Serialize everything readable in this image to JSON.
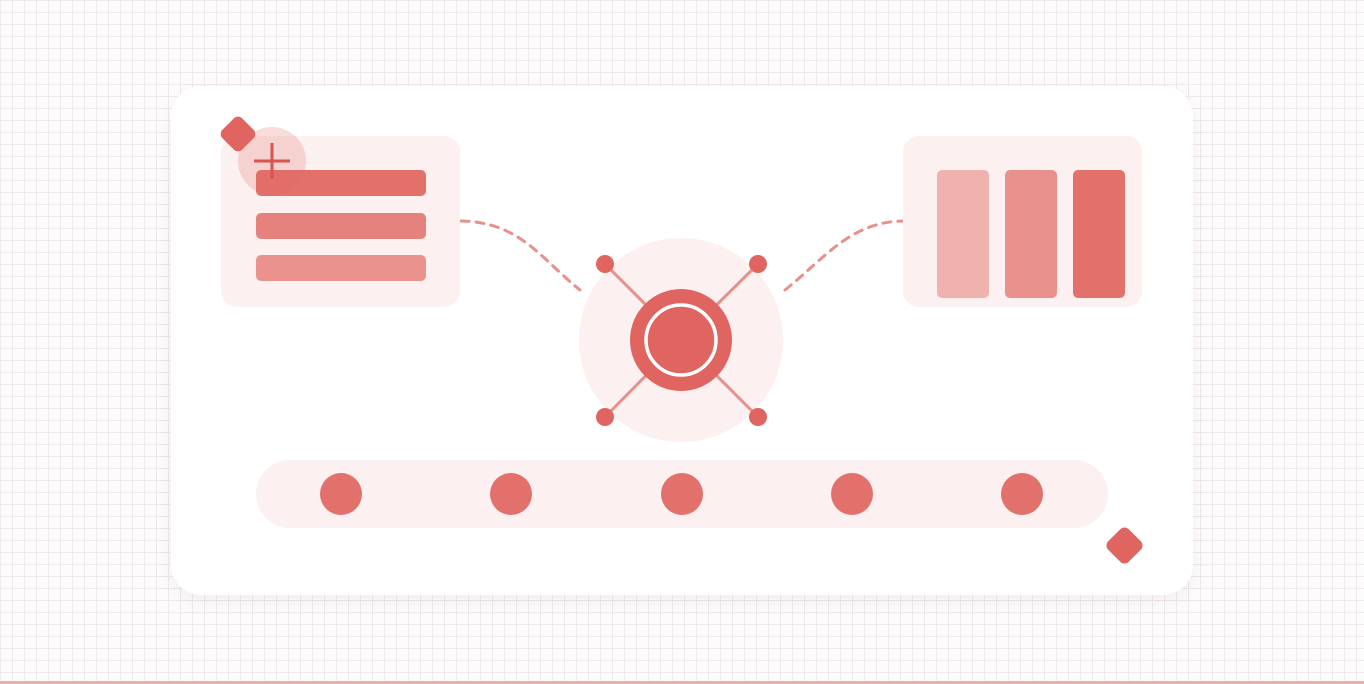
{
  "colors": {
    "accent": "#e06560",
    "accent_mid": "#e8908b",
    "accent_light": "#f0b2af",
    "panel_bg": "#fcf0f0",
    "card_bg": "#ffffff",
    "grid_line": "#efe9e9",
    "bottom_edge": "#e3b3a8"
  },
  "illustration": {
    "list_panel": {
      "rows": 3,
      "icon": "add-icon"
    },
    "bar_panel": {
      "bar_levels": [
        1.0,
        1.0,
        1.0
      ]
    },
    "hub": {
      "icon": "target-icon",
      "spokes": 4
    },
    "step_track": {
      "steps": 5
    },
    "decorations": [
      "diamond-top-left",
      "diamond-bottom-right"
    ]
  }
}
